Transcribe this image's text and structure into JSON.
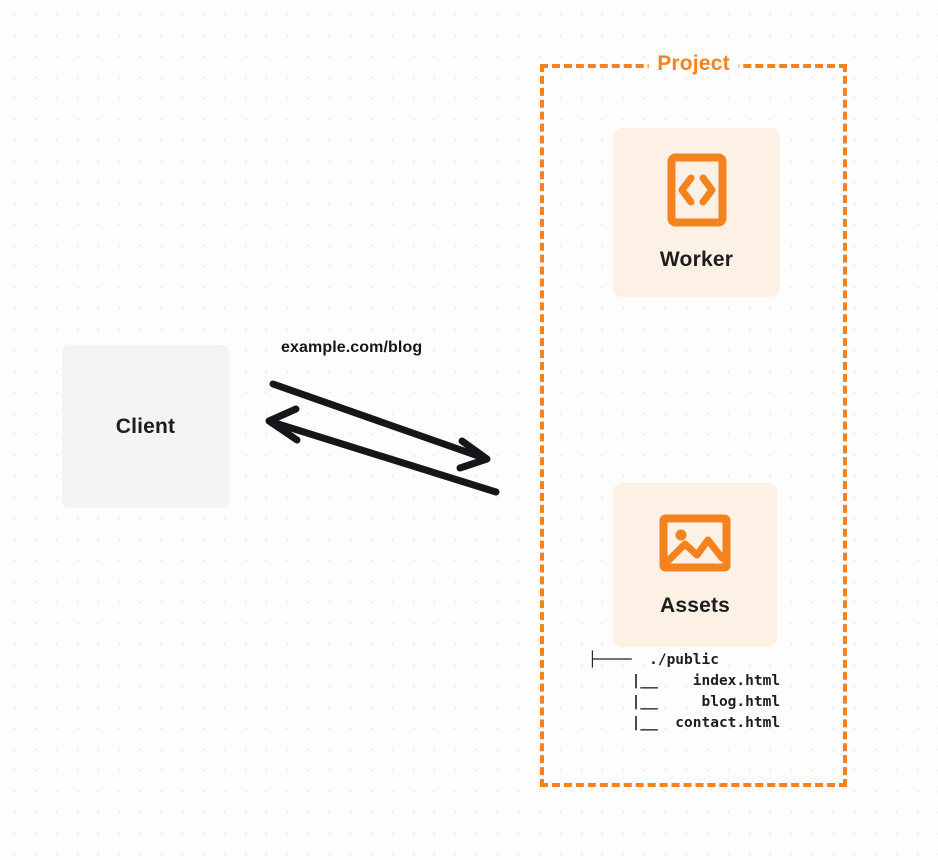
{
  "diagram": {
    "title": "Project",
    "background_color": "#fdfdfd",
    "accent_color": "#f3821f",
    "card_background": "#fdf1e6",
    "client_background": "#f2f3f5",
    "text_color": "#1d1d1d"
  },
  "client": {
    "label": "Client"
  },
  "connection": {
    "label": "example.com/blog",
    "request_direction": "client-to-project",
    "response_direction": "project-to-client"
  },
  "project": {
    "label": "Project",
    "nodes": [
      {
        "id": "worker",
        "label": "Worker",
        "icon": "code-brackets-icon"
      },
      {
        "id": "assets",
        "label": "Assets",
        "icon": "image-icon"
      }
    ]
  },
  "file_tree": {
    "lines": [
      "├────  ./public",
      "     |__    index.html",
      "     |__     blog.html",
      "     |__  contact.html"
    ],
    "root": "./public",
    "files": [
      "index.html",
      "blog.html",
      "contact.html"
    ]
  }
}
